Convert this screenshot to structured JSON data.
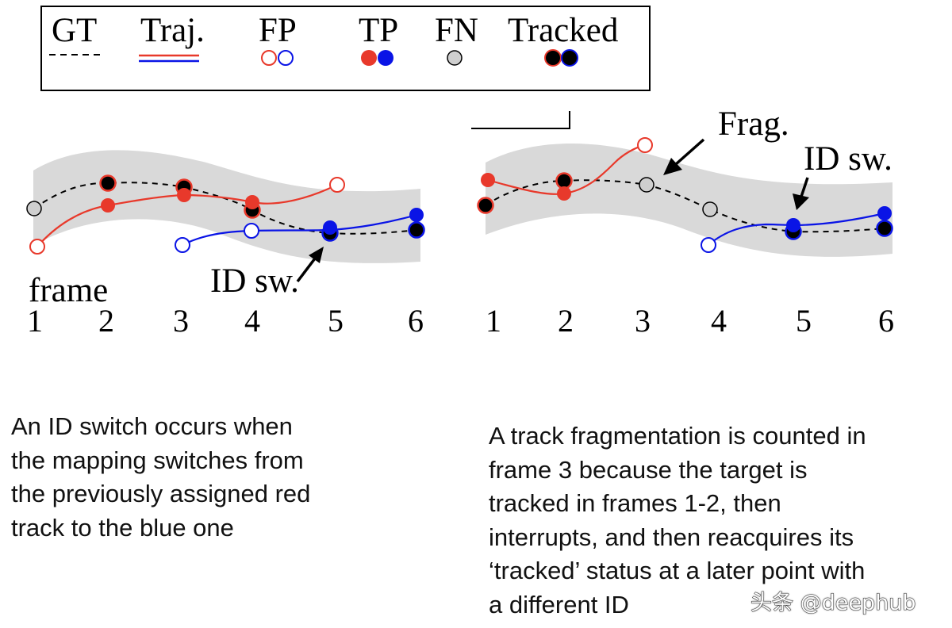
{
  "legend": {
    "gt": "GT",
    "traj": "Traj.",
    "fp": "FP",
    "tp": "TP",
    "fn": "FN",
    "tracked": "Tracked"
  },
  "left_panel": {
    "frame_label": "frame",
    "frames": [
      "1",
      "2",
      "3",
      "4",
      "5",
      "6"
    ],
    "annotation": "ID sw."
  },
  "right_panel": {
    "frames": [
      "1",
      "2",
      "3",
      "4",
      "5",
      "6"
    ],
    "annotation_frag": "Frag.",
    "annotation_idsw": "ID sw."
  },
  "caption_left": [
    "An ID switch occurs when",
    "the mapping switches from",
    "the previously assigned red",
    "track to the blue one"
  ],
  "caption_right": [
    "A track fragmentation is counted in",
    "frame 3 because the target is",
    "tracked in frames 1-2, then",
    "interrupts, and then reacquires its",
    "‘tracked’ status at a later point with",
    "a different ID"
  ],
  "watermark": "头条 @deephub",
  "colors": {
    "red": "#e8392b",
    "blue": "#0a14e6",
    "gt_band": "#d9d9d9",
    "fn_fill": "#cfcfcf",
    "black": "#000000"
  }
}
